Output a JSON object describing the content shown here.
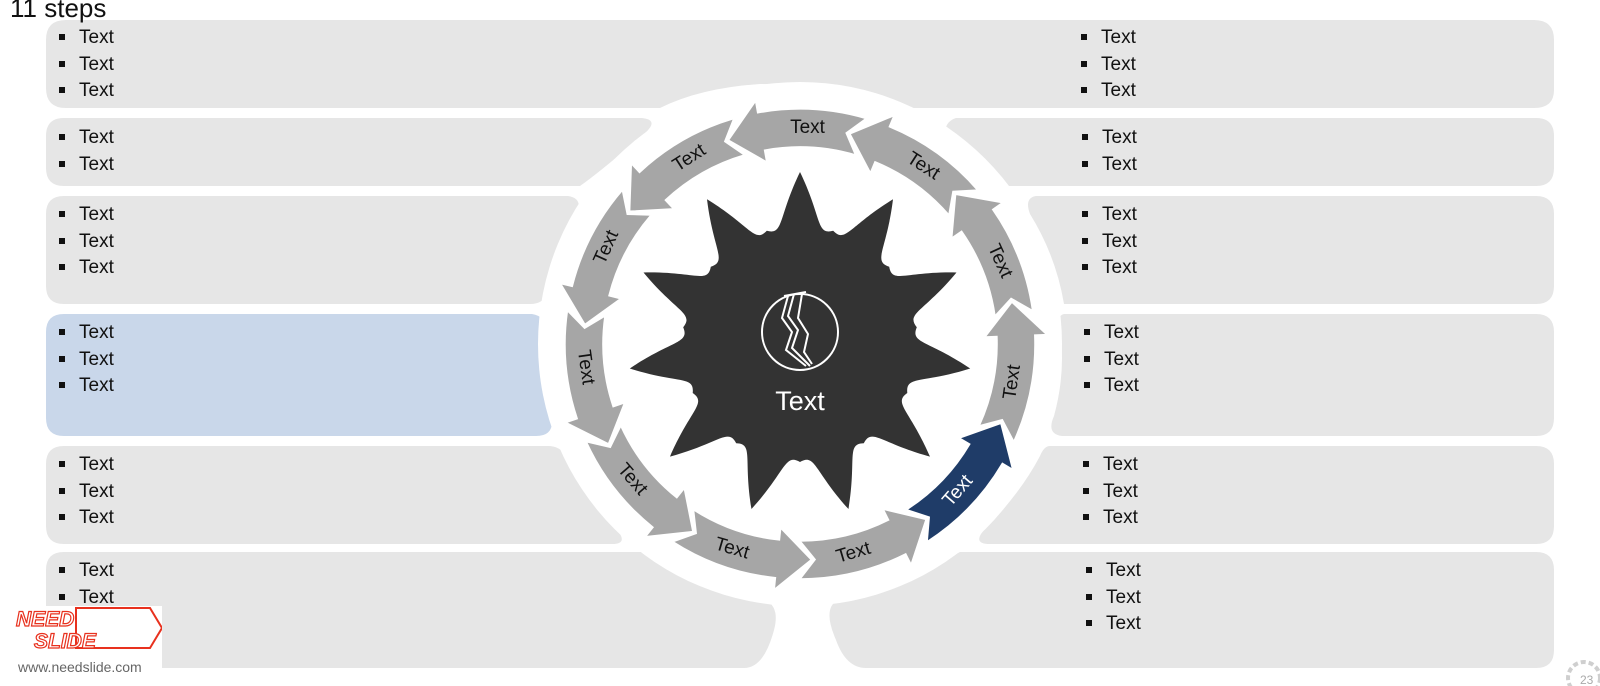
{
  "slide": {
    "title": "11 steps",
    "center_label": "Text",
    "center_icon": "cracked-circle-icon",
    "page_number": "23",
    "footer_url": "www.needslide.com",
    "logo_line1": "NEED",
    "logo_line2": "SLIDE"
  },
  "colors": {
    "panel": "#e6e6e6",
    "panel_active": "#c9d7ea",
    "arrow": "#a6a6a6",
    "arrow_active": "#1f3c68",
    "center": "#333333",
    "logo": "#e8311e"
  },
  "steps": [
    {
      "label": "Text",
      "active": false
    },
    {
      "label": "Text",
      "active": false
    },
    {
      "label": "Text",
      "active": false
    },
    {
      "label": "Text",
      "active": false
    },
    {
      "label": "Text",
      "active": false
    },
    {
      "label": "Text",
      "active": false
    },
    {
      "label": "Text",
      "active": false
    },
    {
      "label": "Text",
      "active": true
    },
    {
      "label": "Text",
      "active": false
    },
    {
      "label": "Text",
      "active": false
    },
    {
      "label": "Text",
      "active": false
    }
  ],
  "left_panels": [
    {
      "items": [
        "Text",
        "Text",
        "Text"
      ]
    },
    {
      "items": [
        "Text",
        "Text"
      ]
    },
    {
      "items": [
        "Text",
        "Text",
        "Text"
      ]
    },
    {
      "items": [
        "Text",
        "Text",
        "Text"
      ],
      "active": true
    },
    {
      "items": [
        "Text",
        "Text",
        "Text"
      ]
    },
    {
      "items": [
        "Text",
        "Text"
      ]
    }
  ],
  "right_panels": [
    {
      "items": [
        "Text",
        "Text",
        "Text"
      ]
    },
    {
      "items": [
        "Text",
        "Text"
      ]
    },
    {
      "items": [
        "Text",
        "Text",
        "Text"
      ]
    },
    {
      "items": [
        "Text",
        "Text",
        "Text"
      ]
    },
    {
      "items": [
        "Text",
        "Text",
        "Text"
      ]
    },
    {
      "items": [
        "Text",
        "Text",
        "Text"
      ]
    }
  ]
}
